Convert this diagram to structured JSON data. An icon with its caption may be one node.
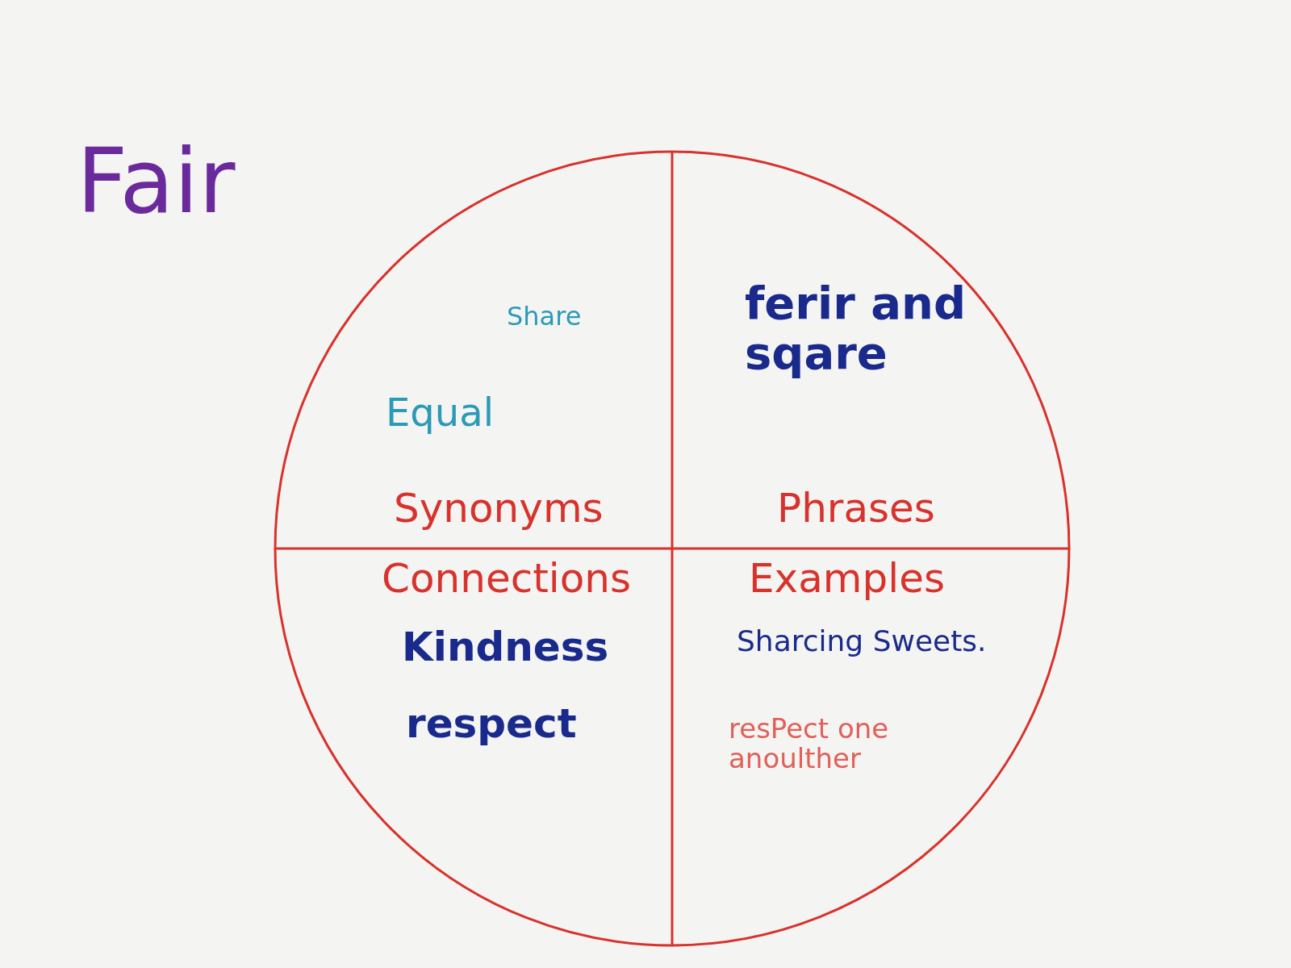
{
  "diagram": {
    "title": "Fair",
    "nodes": [
      {
        "text": [],
        "shape": "circle"
      },
      {
        "text": [
          "Share",
          "Equal",
          "Synonyms"
        ],
        "in": 0
      },
      {
        "text": [
          "ferir and sqare",
          "Phrases"
        ],
        "in": 0
      },
      {
        "text": [
          "Connections",
          "Kindness",
          "respect"
        ],
        "in": 0
      },
      {
        "text": [
          "Examples",
          "Sharcing Sweets.",
          "resPect one anoulther"
        ],
        "in": 0
      }
    ]
  }
}
